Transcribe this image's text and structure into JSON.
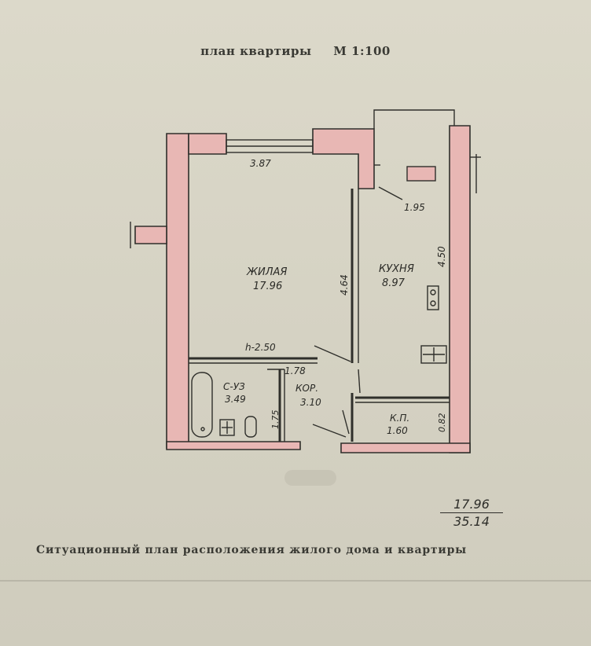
{
  "header": {
    "title": "план квартиры",
    "scale": "М  1:100"
  },
  "rooms": {
    "living": {
      "name": "ЖИЛАЯ",
      "area": "17.96"
    },
    "kitchen": {
      "name": "КУХНЯ",
      "area": "8.97"
    },
    "bathroom": {
      "name": "С-УЗ",
      "area": "3.49"
    },
    "corridor": {
      "name": "КОР.",
      "area": "3.10"
    },
    "pantry": {
      "name": "К.П.",
      "area": "1.60"
    }
  },
  "dimensions": {
    "living_width": "3.87",
    "living_depth": "4.64",
    "kitchen_width": "1.95",
    "kitchen_depth": "4.50",
    "ceiling_height": "h-2.50",
    "corridor_width": "1.78",
    "bathroom_width": "1.75",
    "pantry_depth": "0.82"
  },
  "totals": {
    "living_area": "17.96",
    "total_area": "35.14"
  },
  "footer": {
    "caption": "Ситуационный план расположения  жилого дома  и  квартиры"
  },
  "colors": {
    "wall_fill": "#e8b7b4",
    "line": "#2f2f2b",
    "paper": "#d6d3c4"
  }
}
